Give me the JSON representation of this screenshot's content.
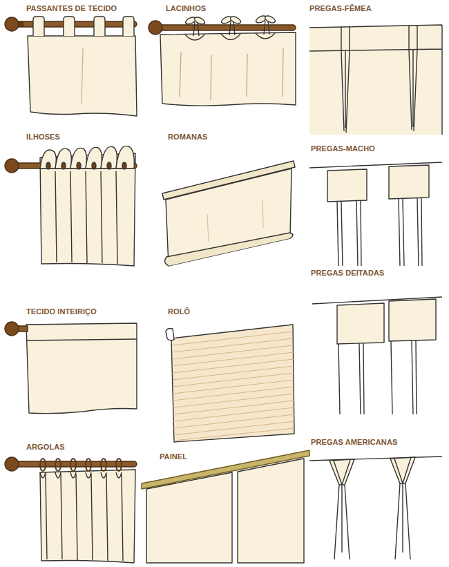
{
  "diagram": {
    "labels": [
      "PASSANTES DE TECIDO",
      "LACINHOS",
      "PREGAS-FÊMEA",
      "ILHOSES",
      "ROMANAS",
      "PREGAS-MACHO",
      "PREGAS DEITADAS",
      "TECIDO INTEIRIÇO",
      "ROLÔ",
      "ARGOLAS",
      "PAINEL",
      "PREGAS AMERICANAS"
    ]
  }
}
